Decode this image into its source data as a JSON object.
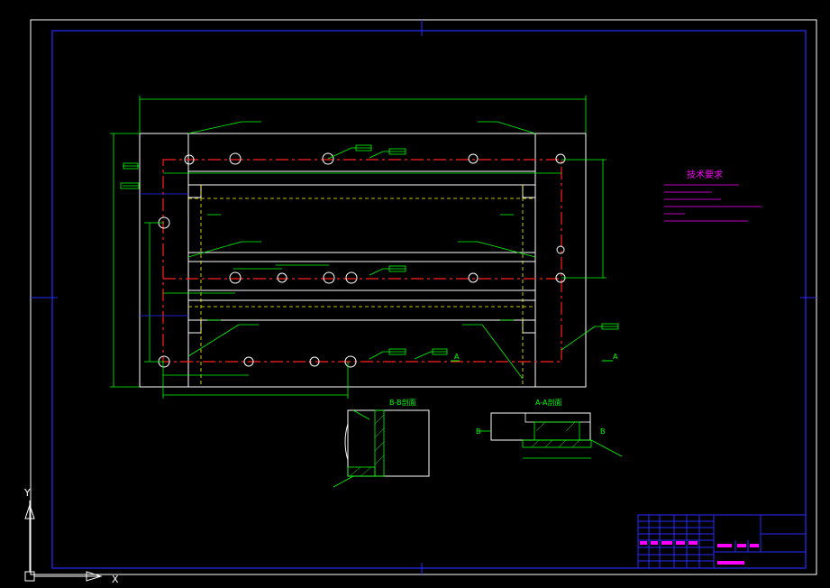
{
  "colors": {
    "background": "#000000",
    "frame": "#ffffff",
    "border": "#1a1aff",
    "part": "#ffffff",
    "dimension": "#00ff00",
    "center_line": "#ff2020",
    "hidden_line": "#ffff00",
    "annotation": "#ff00ff",
    "hatch": "#00ff00"
  },
  "notes": {
    "title": "技术要求"
  },
  "sections": {
    "bb_label": "B-B剖面",
    "aa_label": "A-A剖面"
  },
  "markers": {
    "section_a": "A",
    "section_b": "B"
  },
  "ucs": {
    "y": "Y",
    "x": "X"
  }
}
